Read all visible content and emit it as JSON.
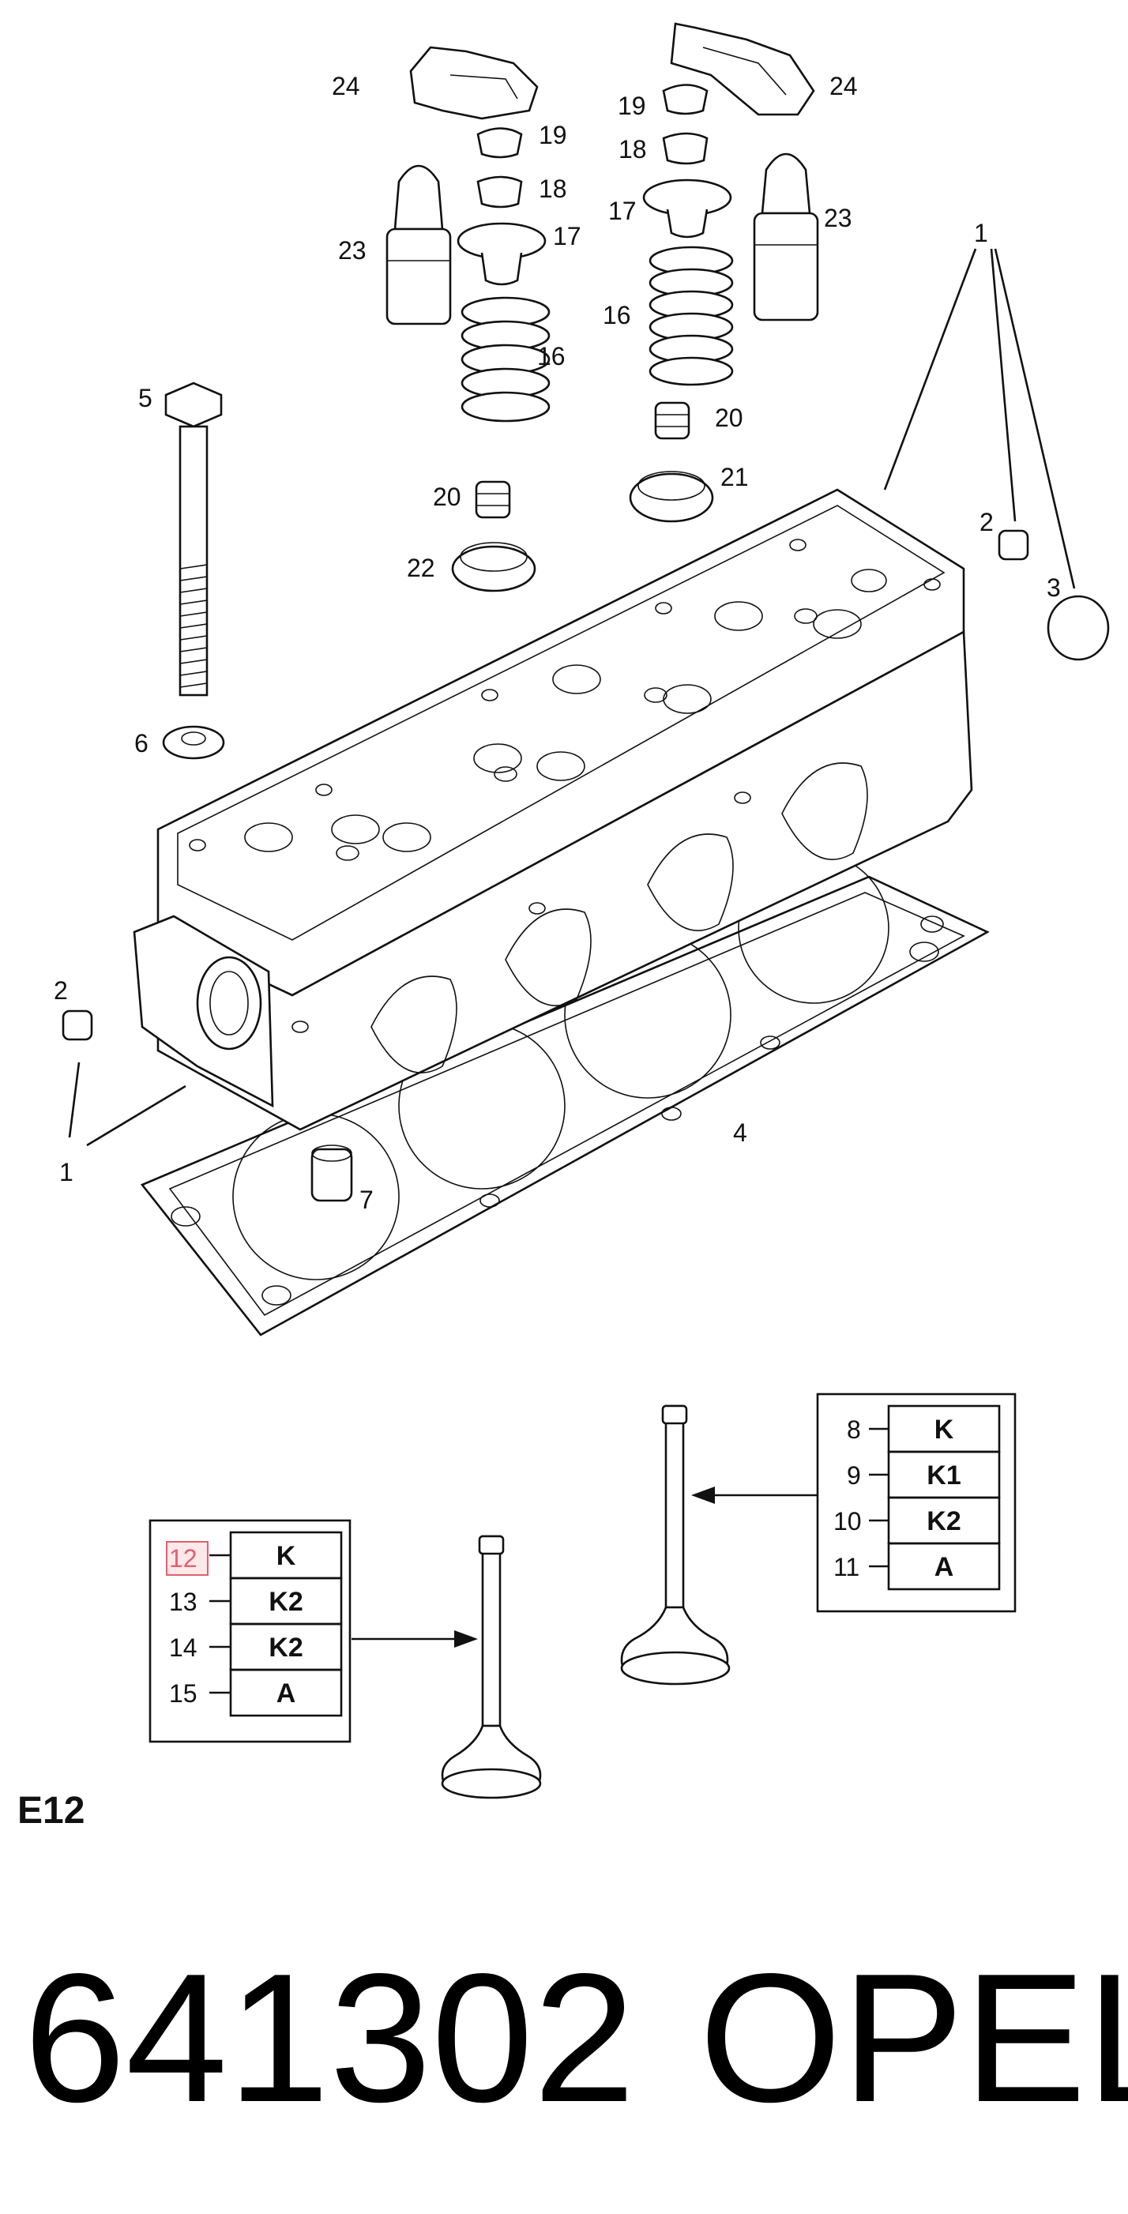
{
  "callouts": {
    "c1": "1",
    "c2": "2",
    "c3": "3",
    "c4": "4",
    "c5": "5",
    "c6": "6",
    "c7": "7",
    "c16": "16",
    "c17": "17",
    "c18": "18",
    "c19": "19",
    "c20": "20",
    "c21": "21",
    "c22": "22",
    "c23": "23",
    "c24": "24"
  },
  "exhaust_valve_table": {
    "rows": [
      {
        "num": "8",
        "code": "K"
      },
      {
        "num": "9",
        "code": "K1"
      },
      {
        "num": "10",
        "code": "K2"
      },
      {
        "num": "11",
        "code": "A"
      }
    ]
  },
  "intake_valve_table": {
    "rows": [
      {
        "num": "12",
        "code": "K",
        "highlighted": true
      },
      {
        "num": "13",
        "code": "K2"
      },
      {
        "num": "14",
        "code": "K2"
      },
      {
        "num": "15",
        "code": "A"
      }
    ]
  },
  "engine_label": "E12",
  "part_number": "641302",
  "brand": "OPEL",
  "colors": {
    "line": "#111111",
    "highlight": "#e06070",
    "background": "#ffffff"
  }
}
